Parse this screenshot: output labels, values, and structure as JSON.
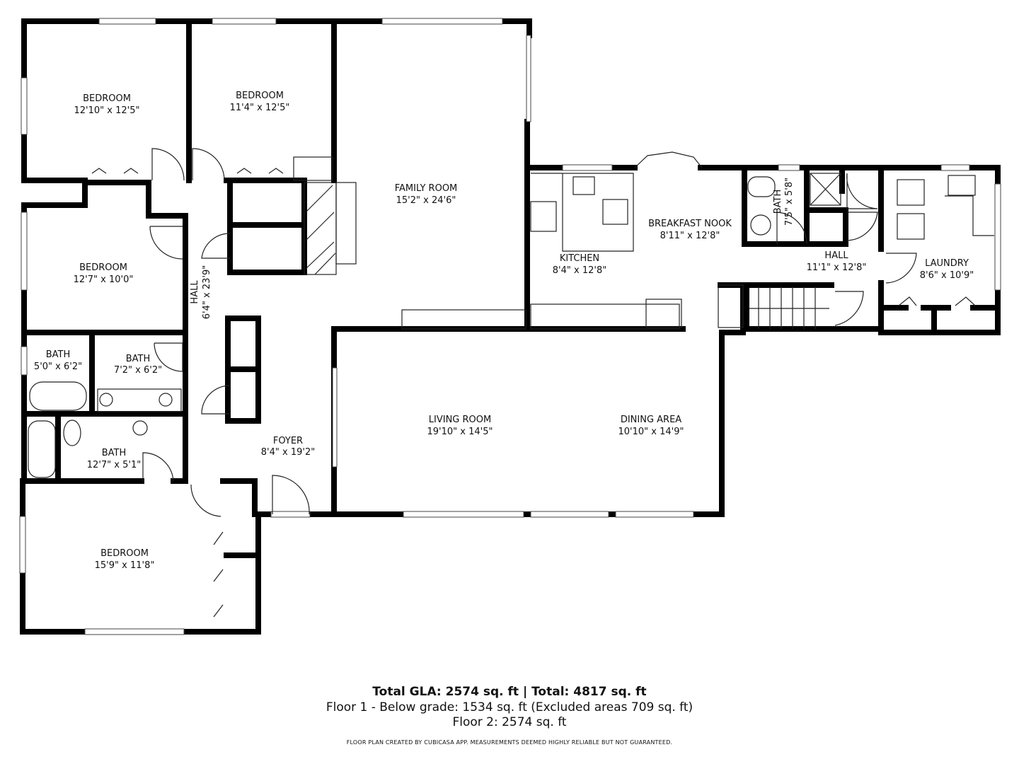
{
  "rooms": [
    {
      "name": "BEDROOM",
      "dims": "12'10\" x 12'5\""
    },
    {
      "name": "BEDROOM",
      "dims": "11'4\" x 12'5\""
    },
    {
      "name": "FAMILY ROOM",
      "dims": "15'2\" x 24'6\""
    },
    {
      "name": "BEDROOM",
      "dims": "12'7\" x 10'0\""
    },
    {
      "name": "HALL",
      "dims": "6'4\" x 23'9\""
    },
    {
      "name": "KITCHEN",
      "dims": "8'4\" x 12'8\""
    },
    {
      "name": "BREAKFAST NOOK",
      "dims": "8'11\" x 12'8\""
    },
    {
      "name": "BATH",
      "dims": "7'5\" x 5'8\""
    },
    {
      "name": "HALL",
      "dims": "11'1\" x 12'8\""
    },
    {
      "name": "LAUNDRY",
      "dims": "8'6\" x 10'9\""
    },
    {
      "name": "BATH",
      "dims": "5'0\" x 6'2\""
    },
    {
      "name": "BATH",
      "dims": "7'2\" x 6'2\""
    },
    {
      "name": "BATH",
      "dims": "12'7\" x 5'1\""
    },
    {
      "name": "FOYER",
      "dims": "8'4\" x 19'2\""
    },
    {
      "name": "LIVING ROOM",
      "dims": "19'10\" x 14'5\""
    },
    {
      "name": "DINING AREA",
      "dims": "10'10\" x 14'9\""
    },
    {
      "name": "BEDROOM",
      "dims": "15'9\" x 11'8\""
    }
  ],
  "footer": {
    "total": "Total GLA: 2574 sq. ft | Total: 4817 sq. ft",
    "floor1": "Floor 1 - Below grade: 1534 sq. ft (Excluded areas 709 sq. ft)",
    "floor2": "Floor 2: 2574 sq. ft",
    "disclaimer": "FLOOR PLAN CREATED BY CUBICASA APP. MEASUREMENTS DEEMED HIGHLY RELIABLE BUT NOT GUARANTEED."
  }
}
